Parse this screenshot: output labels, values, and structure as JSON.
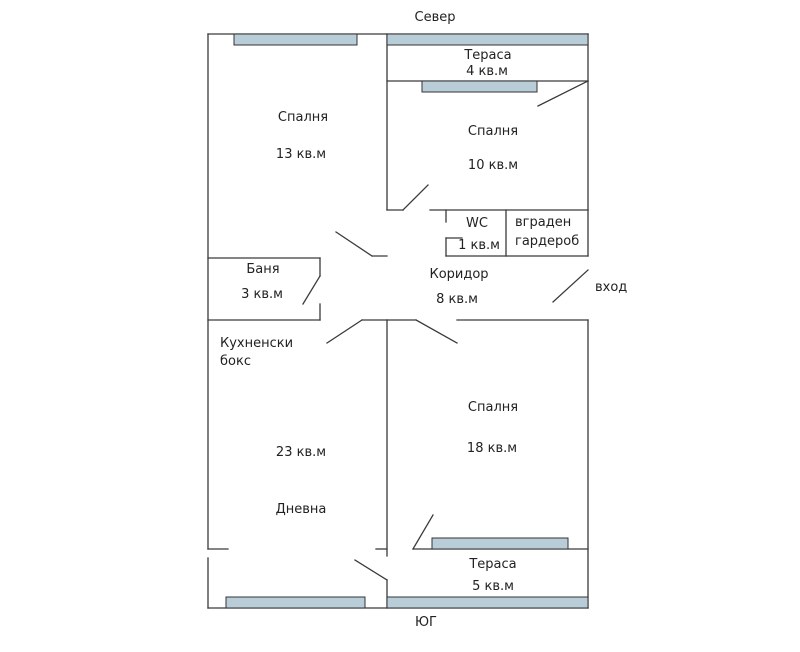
{
  "compass": {
    "north": "Север",
    "south": "ЮГ"
  },
  "entrance": "вход",
  "rooms": {
    "bedroom_nw": {
      "name": "Спалня",
      "area": "13 кв.м"
    },
    "terrace_n": {
      "name": "Тераса",
      "area": "4 кв.м"
    },
    "bedroom_ne": {
      "name": "Спалня",
      "area": "10 кв.м"
    },
    "wc": {
      "name": "WC",
      "area": "1 кв.м"
    },
    "wardrobe": {
      "line1": "вграден",
      "line2": "гардероб"
    },
    "bathroom": {
      "name": "Баня",
      "area": "3 кв.м"
    },
    "corridor": {
      "name": "Коридор",
      "area": "8 кв.м"
    },
    "kitchen": {
      "line1": "Кухненски",
      "line2": "бокс"
    },
    "living": {
      "area": "23 кв.м",
      "name": "Дневна"
    },
    "bedroom_se": {
      "name": "Спалня",
      "area": "18 кв.м"
    },
    "terrace_s": {
      "name": "Тераса",
      "area": "5 кв.м"
    }
  },
  "colors": {
    "wall": "#3a3a3a",
    "window_fill": "#b9cdd9",
    "window_stroke": "#333333",
    "background": "#ffffff"
  }
}
